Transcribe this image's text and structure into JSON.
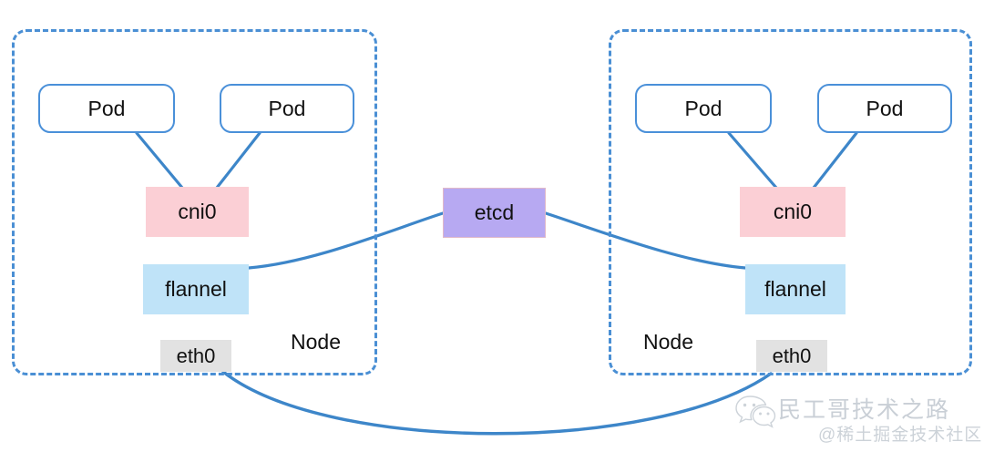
{
  "diagram": {
    "title": "Kubernetes flannel networking between two nodes",
    "colors": {
      "edge": "#3d86c9",
      "node_border": "#4a8fd4",
      "pod_border": "#4a90d9",
      "cni0_fill": "#fbcfd5",
      "flannel_fill": "#bfe3f8",
      "eth0_fill": "#e2e2e2",
      "etcd_fill": "#b7a9f2",
      "etcd_border": "#e0b9c9",
      "text": "#111111",
      "watermark": "#c9cfd6",
      "background": "#ffffff"
    },
    "nodes": [
      {
        "id": "left-node",
        "label": "Node",
        "pods": [
          {
            "label": "Pod"
          },
          {
            "label": "Pod"
          }
        ],
        "cni0": {
          "label": "cni0"
        },
        "flannel": {
          "label": "flannel"
        },
        "eth0": {
          "label": "eth0"
        }
      },
      {
        "id": "right-node",
        "label": "Node",
        "pods": [
          {
            "label": "Pod"
          },
          {
            "label": "Pod"
          }
        ],
        "cni0": {
          "label": "cni0"
        },
        "flannel": {
          "label": "flannel"
        },
        "eth0": {
          "label": "eth0"
        }
      }
    ],
    "etcd": {
      "label": "etcd"
    },
    "watermark": {
      "logo": "wechat-icon",
      "main_text": "民工哥技术之路",
      "sub_text": "@稀土掘金技术社区"
    }
  }
}
